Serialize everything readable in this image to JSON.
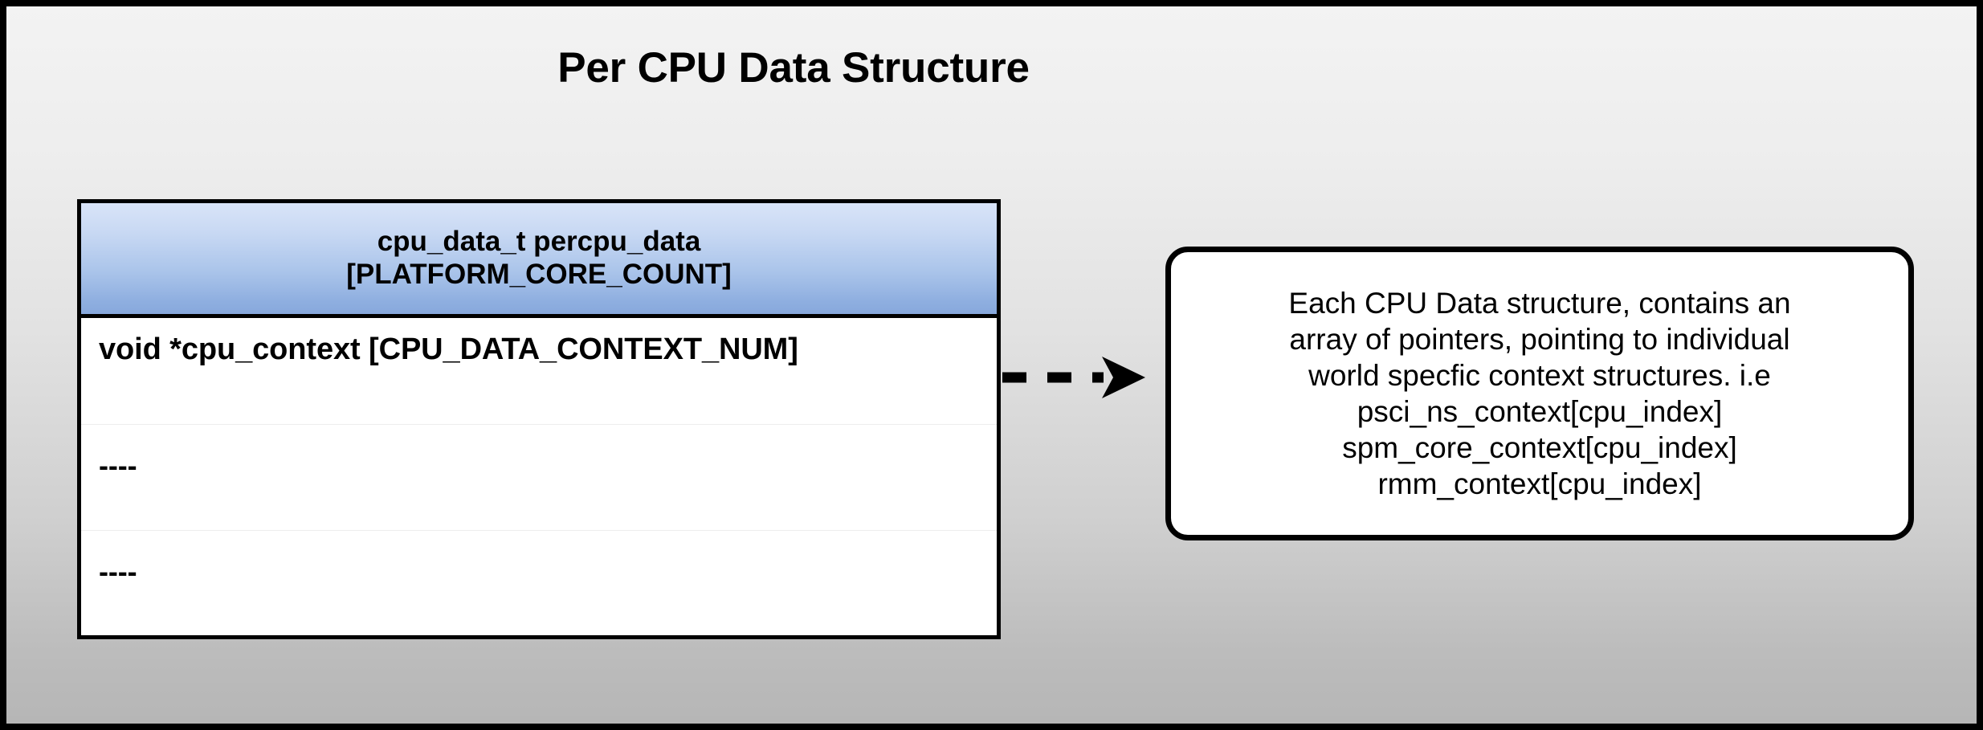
{
  "diagram": {
    "title": "Per CPU Data Structure",
    "background_top_color": "#f3f3f3",
    "background_bottom_color": "#b6b6b6",
    "border_color": "#000000"
  },
  "struct_table": {
    "header": {
      "line1": "cpu_data_t percpu_data",
      "line2": "[PLATFORM_CORE_COUNT]",
      "gradient_top_color": "#d9e4f8",
      "gradient_bottom_color": "#87a8dc"
    },
    "rows": [
      {
        "text": "void *cpu_context [CPU_DATA_CONTEXT_NUM]"
      },
      {
        "text": "----"
      },
      {
        "text": "----"
      }
    ]
  },
  "connector": {
    "type": "dashed-arrow",
    "direction": "right",
    "color": "#000000"
  },
  "callout": {
    "lines": [
      "Each CPU Data structure, contains an",
      "array of pointers, pointing to individual",
      "world specfic context structures. i.e",
      "psci_ns_context[cpu_index]",
      "spm_core_context[cpu_index]",
      "rmm_context[cpu_index]"
    ],
    "border_color": "#000000",
    "background_color": "#ffffff"
  }
}
